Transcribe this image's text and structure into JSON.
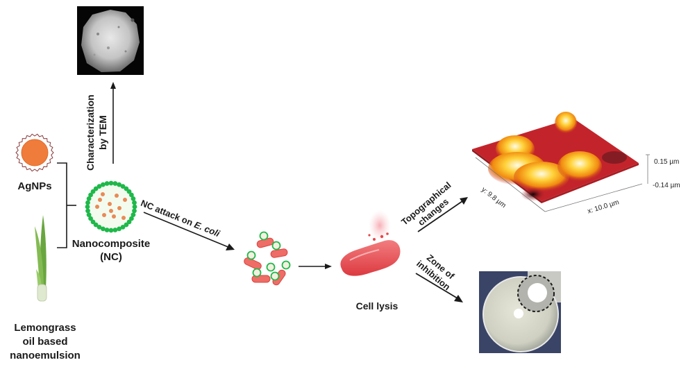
{
  "figure": {
    "agnps_label": "AgNPs",
    "lemongrass_label_line1": "Lemongrass",
    "lemongrass_label_line2": "oil based",
    "lemongrass_label_line3": "nanoemulsion",
    "nanocomposite_label_line1": "Nanocomposite",
    "nanocomposite_label_line2": "(NC)",
    "tem_label_line1": "Characterization",
    "tem_label_line2": "by TEM",
    "attack_label": "NC attack on ",
    "attack_label_species": "E. coli",
    "lysis_label": "Cell lysis",
    "topo_label_line1": "Topographical",
    "topo_label_line2": "changes",
    "zone_label_line1": "Zone of",
    "zone_label_line2": "inhibition",
    "afm": {
      "z_top": "0.15 µm",
      "z_bottom": "-0.14 µm",
      "x_axis": "x: 10.0 µm",
      "y_axis": "y: 9.8 µm"
    }
  },
  "colors": {
    "agnp_core": "#f07c3c",
    "agnp_ring": "#8a3a3a",
    "nc_shell": "#1fb84a",
    "nc_particle": "#e98a55",
    "bacteria": "#ee6d66",
    "bacteria_outline": "#d9433e",
    "lysis_cell": "#e6454a",
    "lemongrass": "#6aa640",
    "arrow": "#1a1a1a",
    "afm_dark": "#c0222a",
    "afm_mid": "#f08a10",
    "afm_light": "#fff4c0",
    "tem_bg": "#000000",
    "plate_bg": "#3a4466"
  }
}
